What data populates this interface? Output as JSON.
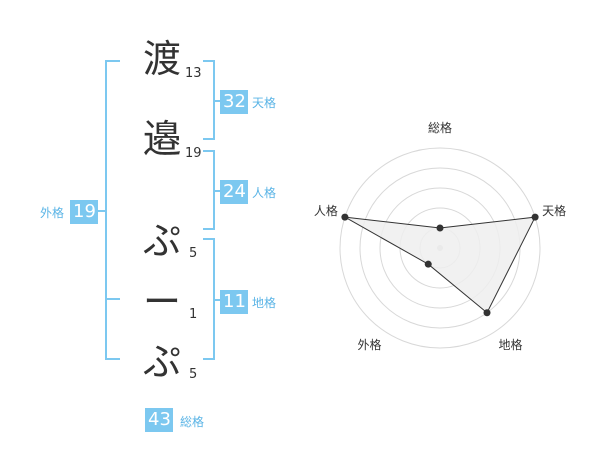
{
  "characters": [
    {
      "char": "渡",
      "strokes": "13"
    },
    {
      "char": "邉",
      "strokes": "19"
    },
    {
      "char": "ぷ",
      "strokes": "5"
    },
    {
      "char": "ー",
      "strokes": "1"
    },
    {
      "char": "ぷ",
      "strokes": "5"
    }
  ],
  "fortune": {
    "tenkaku": {
      "label": "天格",
      "value": "32"
    },
    "jinkaku": {
      "label": "人格",
      "value": "24"
    },
    "chikaku": {
      "label": "地格",
      "value": "11"
    },
    "gaikaku": {
      "label": "外格",
      "value": "19"
    },
    "soukaku": {
      "label": "総格",
      "value": "43"
    }
  },
  "colors": {
    "accent": "#7cc8f0",
    "text": "#333333",
    "radar_fill": "#efefef"
  },
  "chart_data": {
    "type": "radar",
    "axes": [
      "総格",
      "天格",
      "地格",
      "外格",
      "人格"
    ],
    "levels": 5,
    "values": [
      1,
      5,
      4,
      1,
      5
    ],
    "max": 5
  }
}
